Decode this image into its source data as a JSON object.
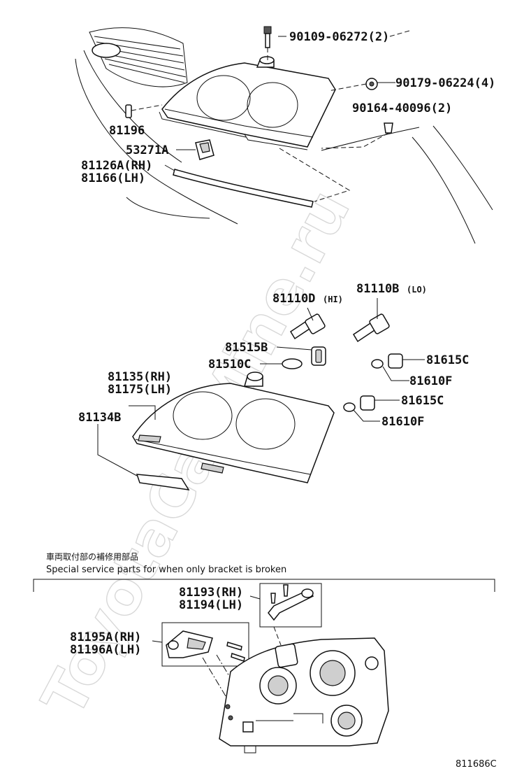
{
  "watermark": "ToyotaCarMine.ru",
  "section_top": {
    "labels": {
      "p90109": "90109-06272(2)",
      "p90179": "90179-06224(4)",
      "p90164": "90164-40096(2)",
      "p81196": "81196",
      "p53271": "53271A",
      "p81126": "81126A(RH)",
      "p81166": "81166(LH)"
    }
  },
  "section_middle": {
    "labels": {
      "p81110d": "81110D",
      "p81110d_suffix": "(HI)",
      "p81110b": "81110B",
      "p81110b_suffix": "(LO)",
      "p81515": "81515B",
      "p81510": "81510C",
      "p81135": "81135(RH)",
      "p81175": "81175(LH)",
      "p81134": "81134B",
      "p81615_a": "81615C",
      "p81610_a": "81610F",
      "p81615_b": "81615C",
      "p81610_b": "81610F"
    }
  },
  "section_bottom": {
    "note_jp": "車両取付部の補修用部品",
    "note_en": "Special service parts for when only bracket is broken",
    "labels": {
      "p81193": "81193(RH)",
      "p81194": "81194(LH)",
      "p81195": "81195A(RH)",
      "p81196a": "81196A(LH)"
    }
  },
  "diagram_code": "811686C"
}
